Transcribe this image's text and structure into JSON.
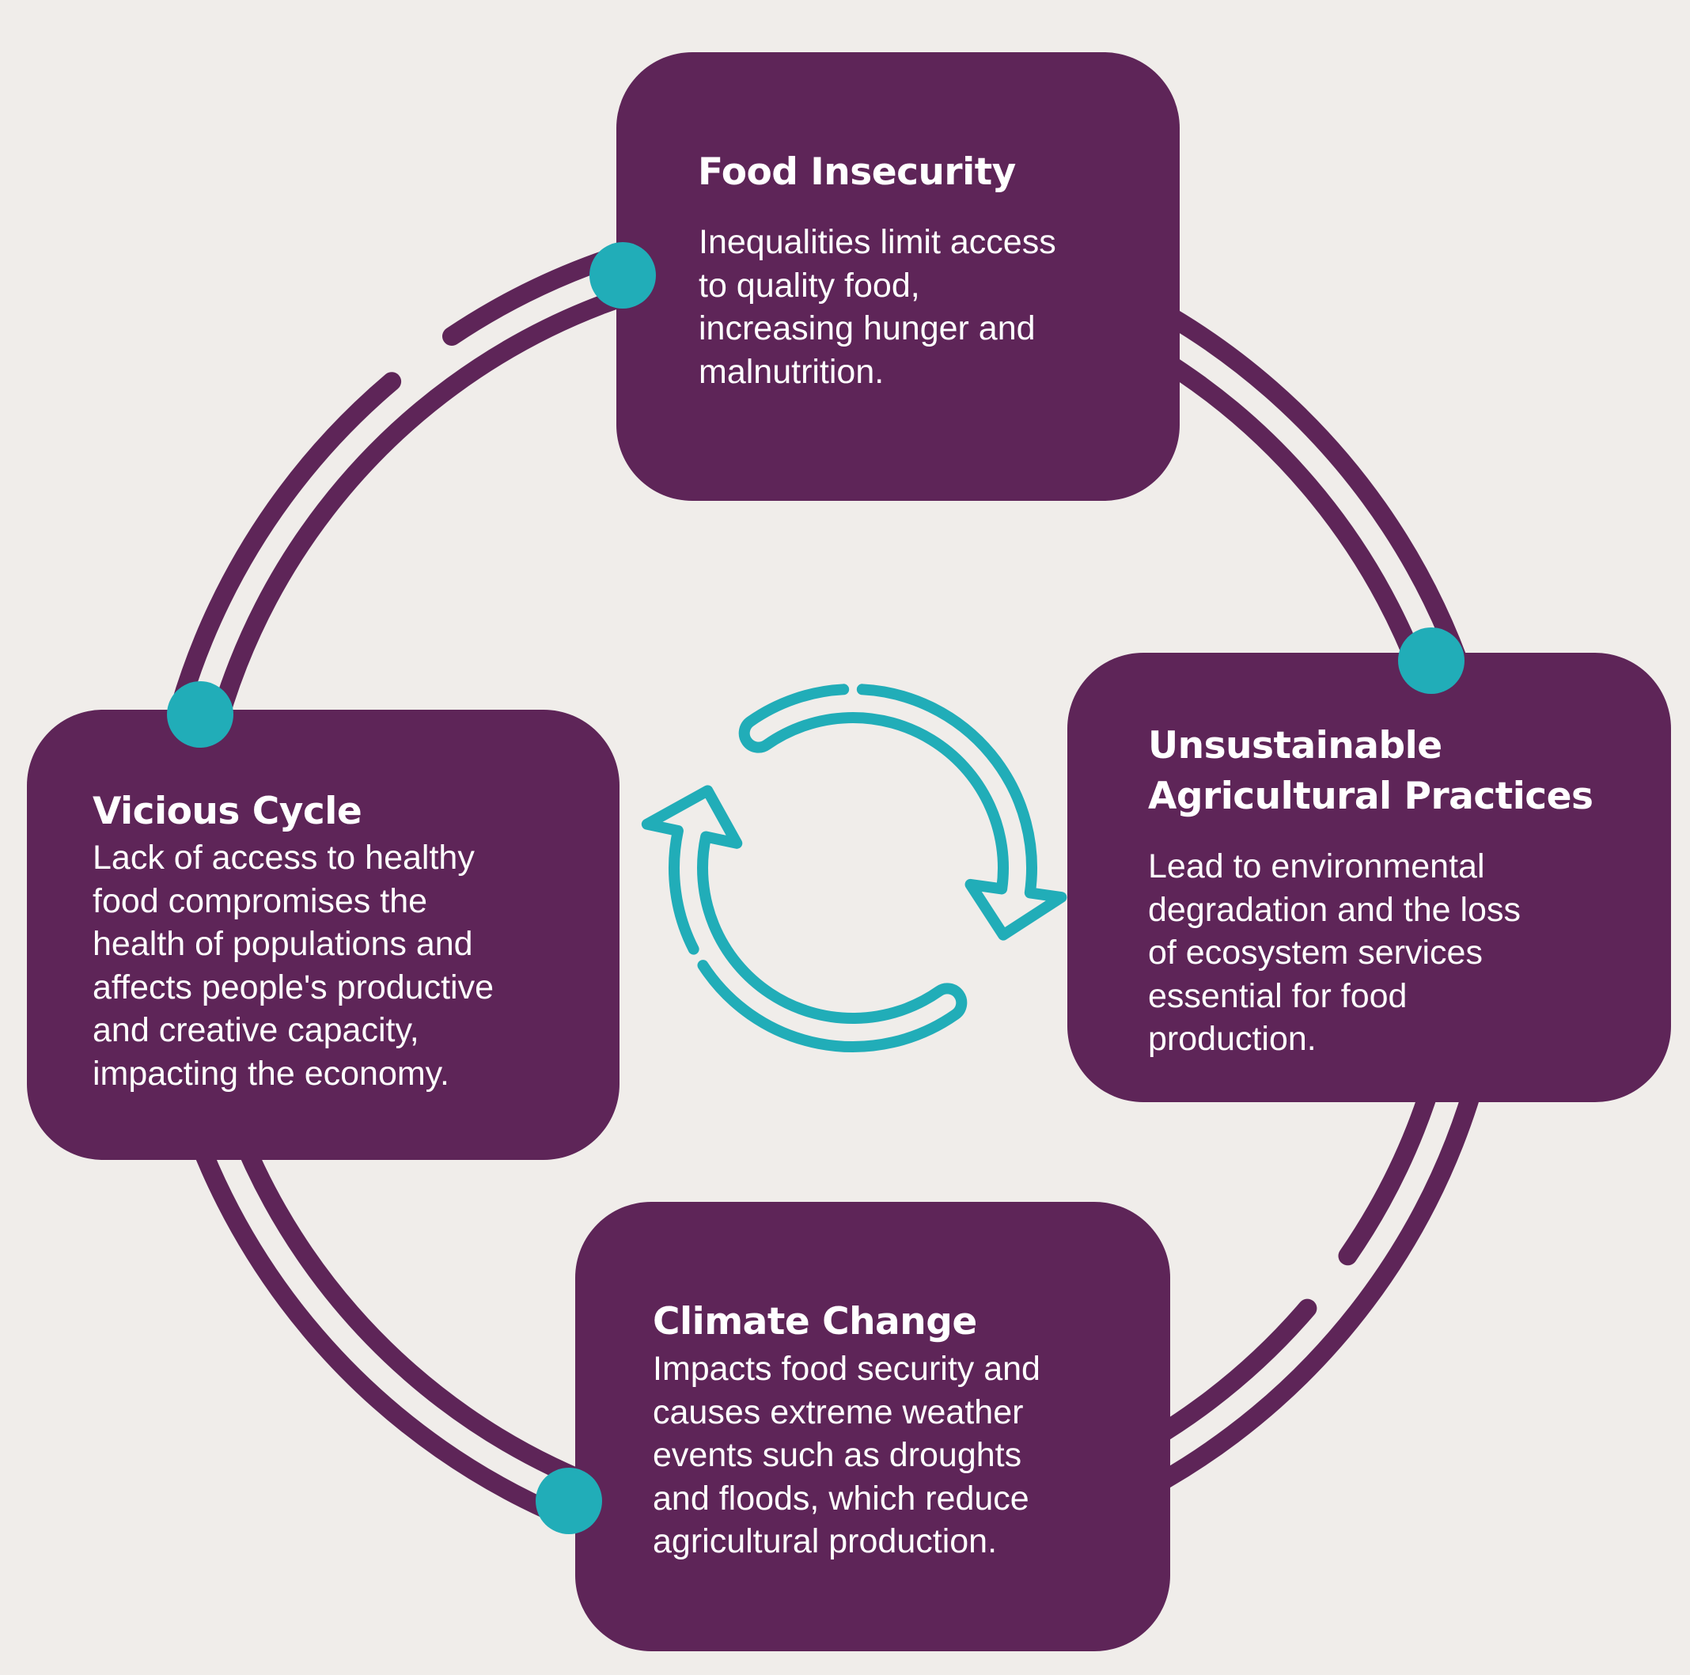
{
  "diagram": {
    "type": "cycle",
    "colors": {
      "background": "#F0EDEA",
      "box": "#5E2558",
      "accent": "#21ADB8",
      "text": "#FFFFFF"
    },
    "center_icon": "cycle-arrows-icon",
    "nodes": [
      {
        "id": "food-insecurity",
        "title_lines": [
          "Food Insecurity"
        ],
        "body_lines": [
          "Inequalities limit access",
          "to quality food,",
          "increasing hunger and",
          "malnutrition."
        ]
      },
      {
        "id": "unsustainable-agricultural-practices",
        "title_lines": [
          "Unsustainable",
          "Agricultural Practices"
        ],
        "body_lines": [
          "Lead to environmental",
          "degradation and the loss",
          "of ecosystem services",
          "essential for food",
          "production."
        ]
      },
      {
        "id": "climate-change",
        "title_lines": [
          "Climate Change"
        ],
        "body_lines": [
          "Impacts food security and",
          "causes extreme weather",
          "events such as droughts",
          "and floods, which reduce",
          "agricultural production."
        ]
      },
      {
        "id": "vicious-cycle",
        "title_lines": [
          "Vicious Cycle"
        ],
        "body_lines": [
          "Lack of access to healthy",
          "food compromises the",
          "health of populations and",
          "affects people's productive",
          "and creative capacity,",
          "impacting the economy."
        ]
      }
    ],
    "flow": [
      "food-insecurity",
      "unsustainable-agricultural-practices",
      "climate-change",
      "vicious-cycle",
      "food-insecurity"
    ]
  }
}
